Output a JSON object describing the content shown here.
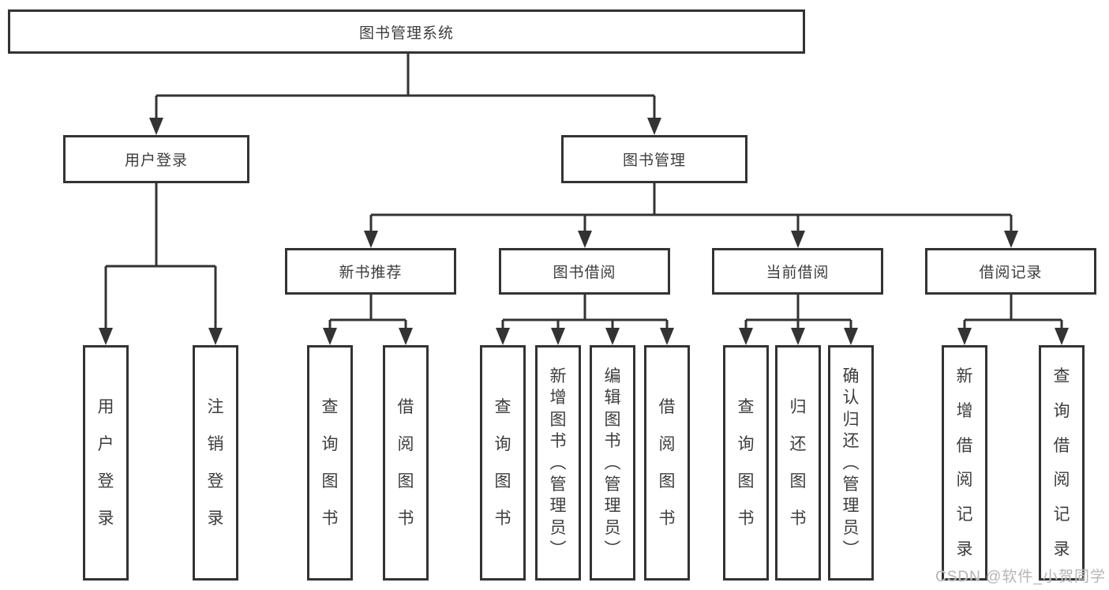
{
  "diagram": {
    "title": "图书管理系统",
    "type": "hierarchy-tree",
    "colors": {
      "line": "#333333",
      "border": "#333333",
      "text": "#3d3d3d",
      "background": "#ffffff",
      "watermark": "#b5b5b5"
    },
    "root": {
      "label": "图书管理系统"
    },
    "level1": [
      {
        "label": "用户登录",
        "parent": "图书管理系统"
      },
      {
        "label": "图书管理",
        "parent": "图书管理系统"
      }
    ],
    "level2": [
      {
        "label": "新书推荐",
        "parent": "图书管理"
      },
      {
        "label": "图书借阅",
        "parent": "图书管理"
      },
      {
        "label": "当前借阅",
        "parent": "图书管理"
      },
      {
        "label": "借阅记录",
        "parent": "图书管理"
      }
    ],
    "leaves": [
      {
        "label": "用户登录",
        "parent": "用户登录"
      },
      {
        "label": "注销登录",
        "parent": "用户登录"
      },
      {
        "label": "查询图书",
        "parent": "新书推荐"
      },
      {
        "label": "借阅图书",
        "parent": "新书推荐"
      },
      {
        "label": "查询图书",
        "parent": "图书借阅"
      },
      {
        "label": "新增图书（管理员）",
        "parent": "图书借阅"
      },
      {
        "label": "编辑图书（管理员）",
        "parent": "图书借阅"
      },
      {
        "label": "借阅图书",
        "parent": "图书借阅"
      },
      {
        "label": "查询图书",
        "parent": "当前借阅"
      },
      {
        "label": "归还图书",
        "parent": "当前借阅"
      },
      {
        "label": "确认归还（管理员）",
        "parent": "当前借阅"
      },
      {
        "label": "新增借阅记录",
        "parent": "借阅记录"
      },
      {
        "label": "查询借阅记录",
        "parent": "借阅记录"
      }
    ]
  },
  "watermark": {
    "text": "CSDN @软件_小贺同学"
  }
}
